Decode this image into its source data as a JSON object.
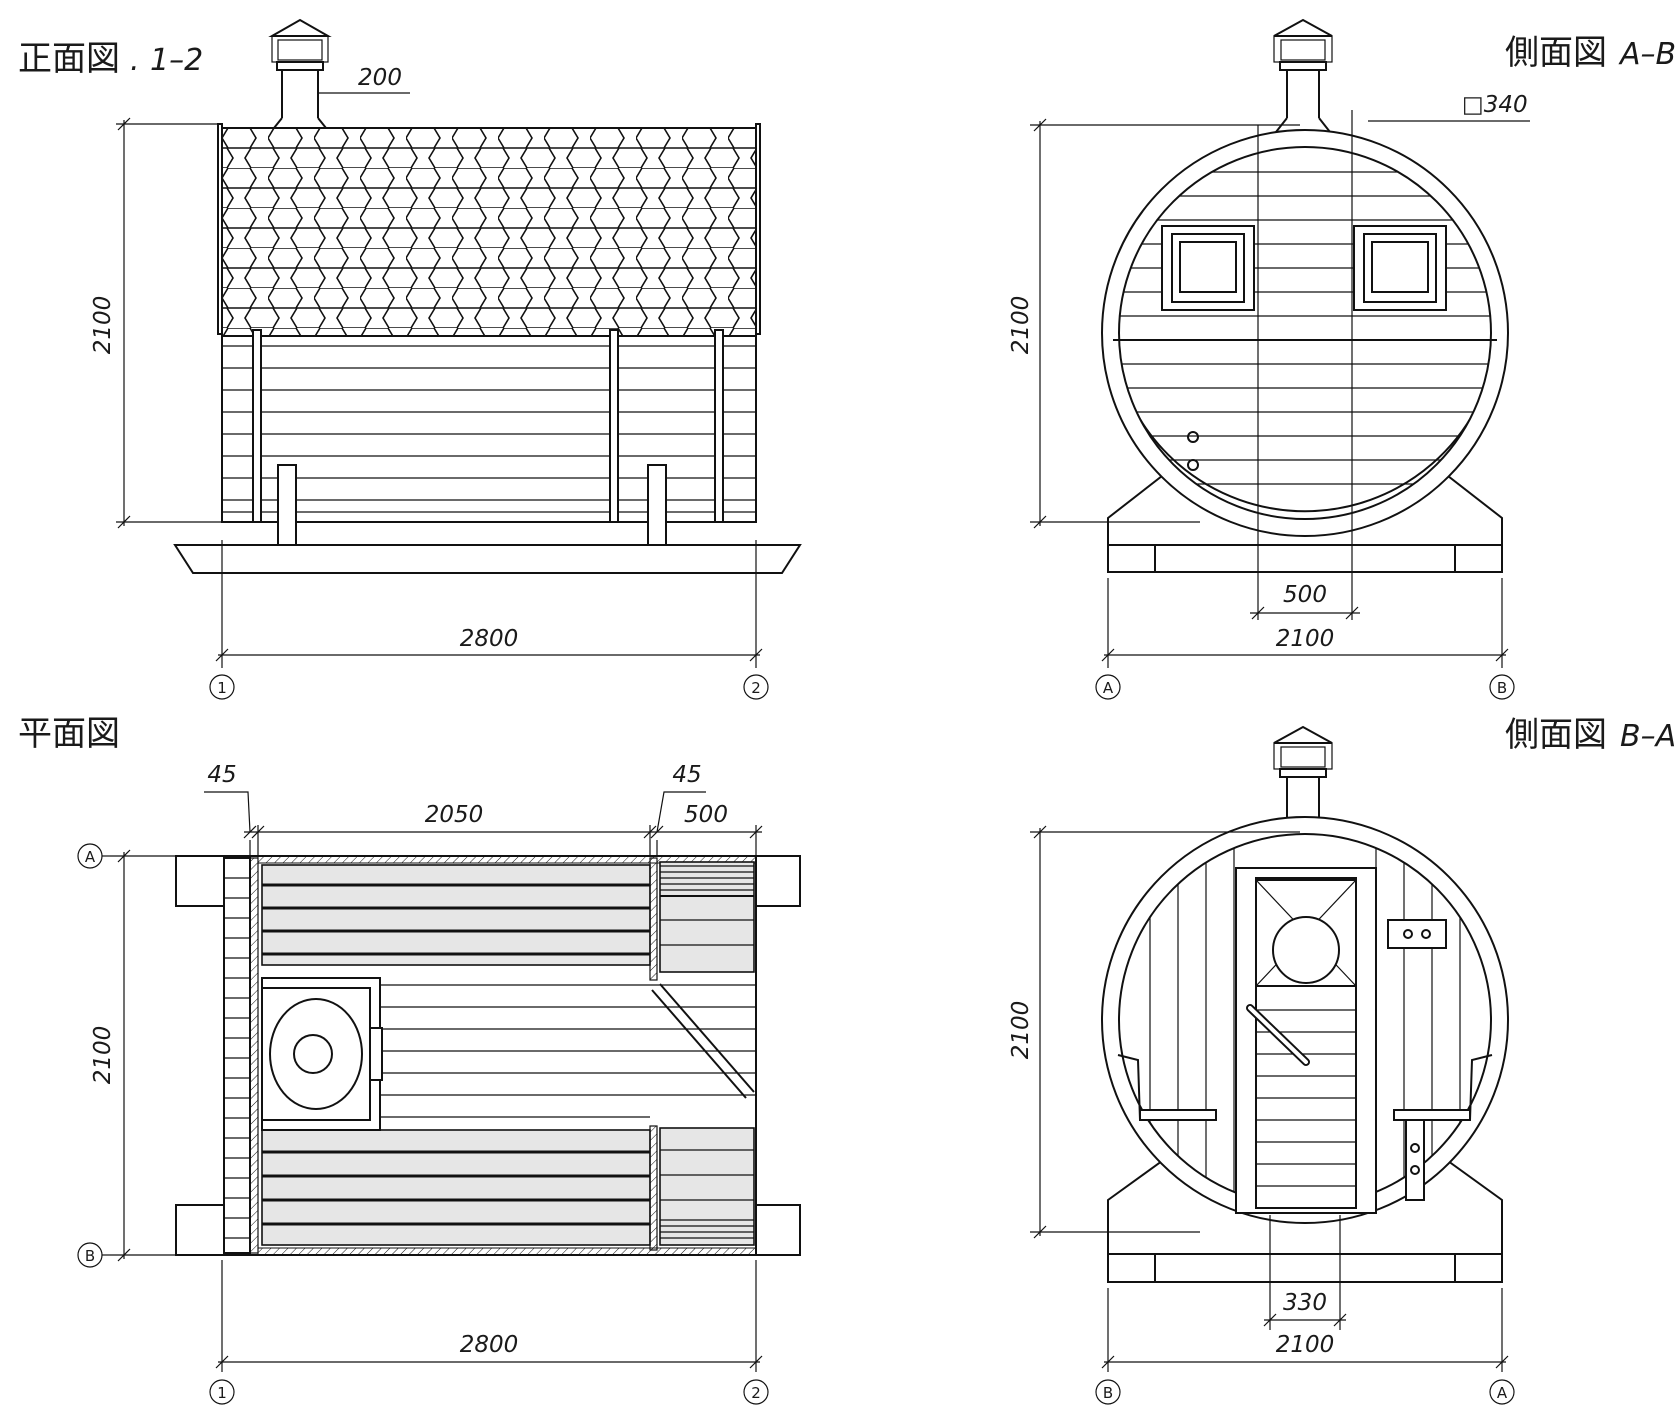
{
  "titles": {
    "front": "正面図",
    "front_sep": ".",
    "front_axes": "1–2",
    "plan": "平面図",
    "side_ab": "側面図",
    "side_ab_axes": "A–B",
    "side_ba": "側面図",
    "side_ba_axes": "B–A"
  },
  "front_view": {
    "chimney_dim": "200",
    "height_dim": "2100",
    "width_dim": "2800",
    "axis_left": "1",
    "axis_right": "2"
  },
  "side_ab_view": {
    "chimney_dim": "□340",
    "height_dim": "2100",
    "offset_dim": "500",
    "width_dim": "2100",
    "axis_left": "A",
    "axis_right": "B"
  },
  "plan_view": {
    "wall_dim_left": "45",
    "room_dim": "2050",
    "wall_dim_right": "45",
    "vestibule_dim": "500",
    "height_dim": "2100",
    "width_dim": "2800",
    "axis_top": "A",
    "axis_bottom": "B",
    "axis_left": "1",
    "axis_right": "2"
  },
  "side_ba_view": {
    "height_dim": "2100",
    "door_dim": "330",
    "width_dim": "2100",
    "axis_left": "B",
    "axis_right": "A"
  }
}
